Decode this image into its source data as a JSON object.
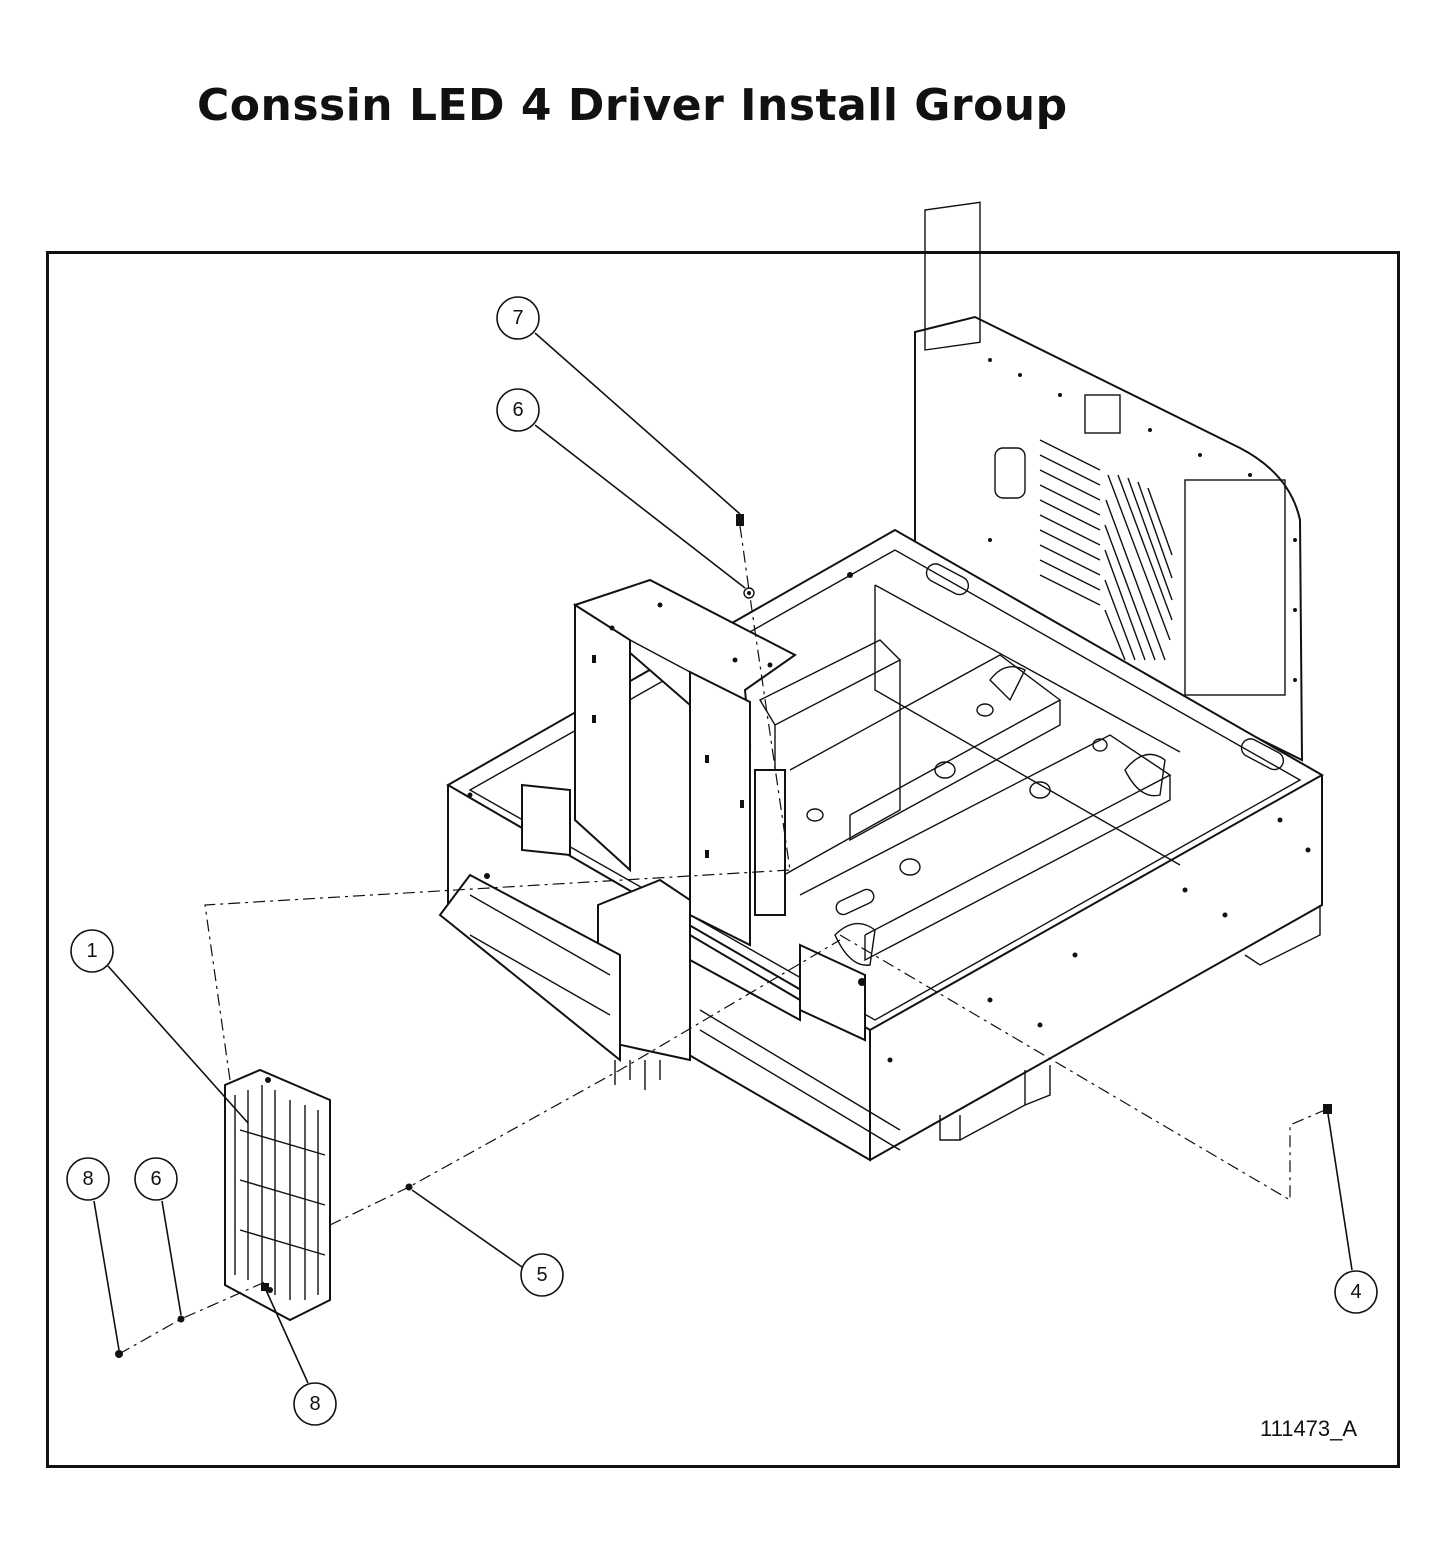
{
  "title": "Conssin LED 4 Driver Install Group",
  "drawing_number": "111473_A",
  "callouts": [
    {
      "id": "7",
      "label": "7"
    },
    {
      "id": "6a",
      "label": "6"
    },
    {
      "id": "1",
      "label": "1"
    },
    {
      "id": "8a",
      "label": "8"
    },
    {
      "id": "6b",
      "label": "6"
    },
    {
      "id": "5",
      "label": "5"
    },
    {
      "id": "8b",
      "label": "8"
    },
    {
      "id": "4",
      "label": "4"
    }
  ]
}
